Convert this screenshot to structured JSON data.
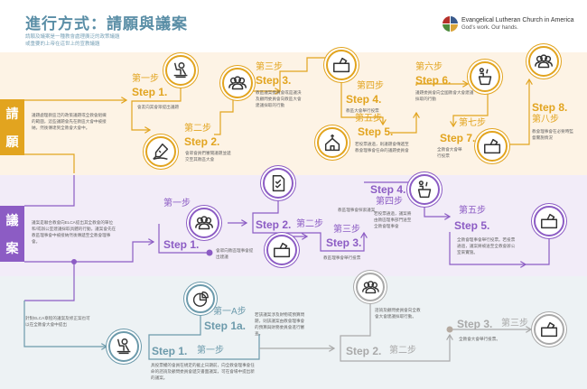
{
  "header": {
    "title": "進行方式：請願與議案",
    "subtitle_lines": [
      "請願及議案是一種教會處理廣泛的政策議題",
      "或重要的上帝在這世上的宣教議題"
    ]
  },
  "logo": {
    "name": "Evangelical Lutheran Church in America",
    "tagline": "God's work. Our hands."
  },
  "colors": {
    "memorial": "#e2a41f",
    "memorial_bg": "#fdf3e5",
    "resolution": "#8c5cc4",
    "resolution_bg": "#f2ecf8",
    "assembly": "#6c9aab",
    "assembly_bg": "#edf2f4",
    "assembly_late": "#a9a9a9"
  },
  "sections": [
    {
      "label": [
        "請",
        "願"
      ],
      "description": "議題處理教區泛的政策議題或全教會組織的範圍，這些議題會先在教區大會中被接納，然後傳達到全教會大會中。",
      "steps": [
        {
          "cn": "第一步",
          "en": "Step 1.",
          "desc": "會友向其會眾提出議題",
          "icon": "raised-hand-icon"
        },
        {
          "cn": "第二步",
          "en": "Step 2.",
          "desc": "會眾會員們審閱議題並遞交至其教區大會",
          "icon": "pen-icon"
        },
        {
          "cn": "第三步",
          "en": "Step 3.",
          "desc": "教區議案委員會或是議決及顧問委員會向教區大會建議採取的行動",
          "icon": "people-icon"
        },
        {
          "cn": "第四步",
          "en": "Step 4.",
          "desc": "教區大會舉行投票",
          "icon": "ballot-box-icon"
        },
        {
          "cn": "第五步",
          "en": "Step 5.",
          "desc": "若投票通過，則議題會傳遞至教會理事會任命的議題委員會",
          "icon": "church-icon"
        },
        {
          "cn": "第六步",
          "en": "Step 6.",
          "desc": "議題委員會向全國教會大會建議採取的行動",
          "icon": "podium-icon"
        },
        {
          "cn": "第七步",
          "en": "Step 7.",
          "desc": "全教會大會舉行投票",
          "icon": "ballot-box-icon"
        },
        {
          "cn": "第八步",
          "en": "Step 8.",
          "desc": "教會理事會在必要時監督實施情況",
          "icon": "people-icon"
        }
      ]
    },
    {
      "label": [
        "議",
        "案"
      ],
      "description": "議案是聯合教會向ELCA提出其全教會的單位和/或辦公室建議採取具體的行動。議案會先在教區理事會中被接納然後傳遞至全教會理事會。",
      "steps": [
        {
          "cn": "第一步",
          "en": "Step 1.",
          "desc": "會眾向教區理事會提出建議",
          "icon": "people-icon"
        },
        {
          "cn": "第二步",
          "en": "Step 2.",
          "desc": "教區理事會探索議案",
          "icon": "checklist-document-icon"
        },
        {
          "cn": "第三步",
          "en": "Step 3.",
          "desc": "教區理事會舉行投票",
          "icon": "ballot-box-icon"
        },
        {
          "cn": "第四步",
          "en": "Step 4.",
          "desc": "若投票通過，議案將由教區理事部門送至全教會理事會",
          "icon": "podium-icon"
        },
        {
          "cn": "第五步",
          "en": "Step 5.",
          "desc": "全教會理事會舉行投票。若投票通過，議案將被送至全教會辦公室來實施。",
          "icon": "ballot-box-icon"
        }
      ]
    },
    {
      "note": "針對ELCA章程的議案及修正案也可以在全教會大會中提出",
      "steps": [
        {
          "cn": "第一步",
          "en": "Step 1.",
          "desc": "具投票權的會員在規定的截止日期前，向全教會理事會任命的諮詢及顧問委員會遞交書面議案，可在會場中提出新的議案。",
          "icon": "raised-hand-icon"
        },
        {
          "cn": "第一A步",
          "en": "Step 1a.",
          "desc": "若該議案涉及財物或預算問題，則該議案由教會理事會的預算與財務委員會進行審查。",
          "icon": "pie-chart-icon"
        },
        {
          "cn": "第二步",
          "en": "Step 2.",
          "desc": "諮詢及顧問委員會向全教會大會建議採取行動。",
          "icon": "people-icon"
        },
        {
          "cn": "第三步",
          "en": "Step 3.",
          "desc": "全教會大會舉行投票。",
          "icon": "ballot-box-icon"
        }
      ]
    }
  ]
}
